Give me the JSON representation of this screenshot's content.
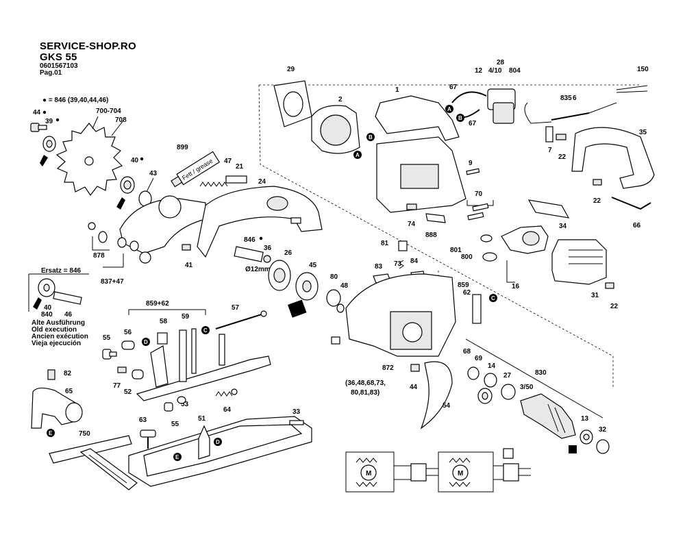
{
  "header": {
    "shop": "SERVICE-SHOP.RO",
    "model": "GKS 55",
    "part_number": "0601567103",
    "page": "Pag.01"
  },
  "note_846": "● = 846 (39,40,44,46)",
  "note_ersatz": "Ersatz = 846",
  "old_execution": [
    "Alte Ausführung",
    "Old execution",
    "Ancien exécution",
    "Vieja ejecución"
  ],
  "group_872": [
    "(36,48,68,73,",
    "80,81,83)"
  ],
  "dia_12mm": "Ø12mm",
  "tube_text": "Fett / grease",
  "labels": {
    "l1": "1",
    "l2": "2",
    "l6": "6",
    "l7": "7",
    "l9": "9",
    "l12": "12",
    "l13": "13",
    "l14": "14",
    "l16": "16",
    "l21": "21",
    "l22a": "22",
    "l22b": "22",
    "l22c": "22",
    "l24": "24",
    "l26": "26",
    "l27": "27",
    "l28": "28",
    "l29": "29",
    "l31": "31",
    "l32": "32",
    "l33": "33",
    "l34": "34",
    "l35": "35",
    "l36": "36",
    "l39": "39",
    "l40": "40",
    "l41": "41",
    "l43": "43",
    "l44": "44",
    "l44b": "44",
    "l45": "45",
    "l47": "47",
    "l48": "48",
    "l51": "51",
    "l52": "52",
    "l53": "53",
    "l54": "54",
    "l55": "55",
    "l55b": "55",
    "l56": "56",
    "l57": "57",
    "l58": "58",
    "l59": "59",
    "l62": "62",
    "l63": "63",
    "l64": "64",
    "l65": "65",
    "l66": "66",
    "l67a": "67",
    "l67b": "67",
    "l68": "68",
    "l69": "69",
    "l70": "70",
    "l73": "73",
    "l74": "74",
    "l77": "77",
    "l80": "80",
    "l81": "81",
    "l82": "82",
    "l83": "83",
    "l84": "84",
    "l150": "150",
    "l410": "4/10",
    "l350": "3/50",
    "l700": "700-704",
    "l708": "708",
    "l750": "750",
    "l800": "800",
    "l801": "801",
    "l804": "804",
    "l830": "830",
    "l835": "835",
    "l837": "837+47",
    "l840": "840",
    "l846": "846",
    "l859": "859",
    "l859b": "859+62",
    "l872": "872",
    "l878": "878",
    "l888": "888",
    "l899": "899",
    "l40b": "40",
    "l46": "46"
  },
  "badges": {
    "a": "A",
    "b": "B",
    "c": "C",
    "d": "D",
    "e": "E"
  }
}
